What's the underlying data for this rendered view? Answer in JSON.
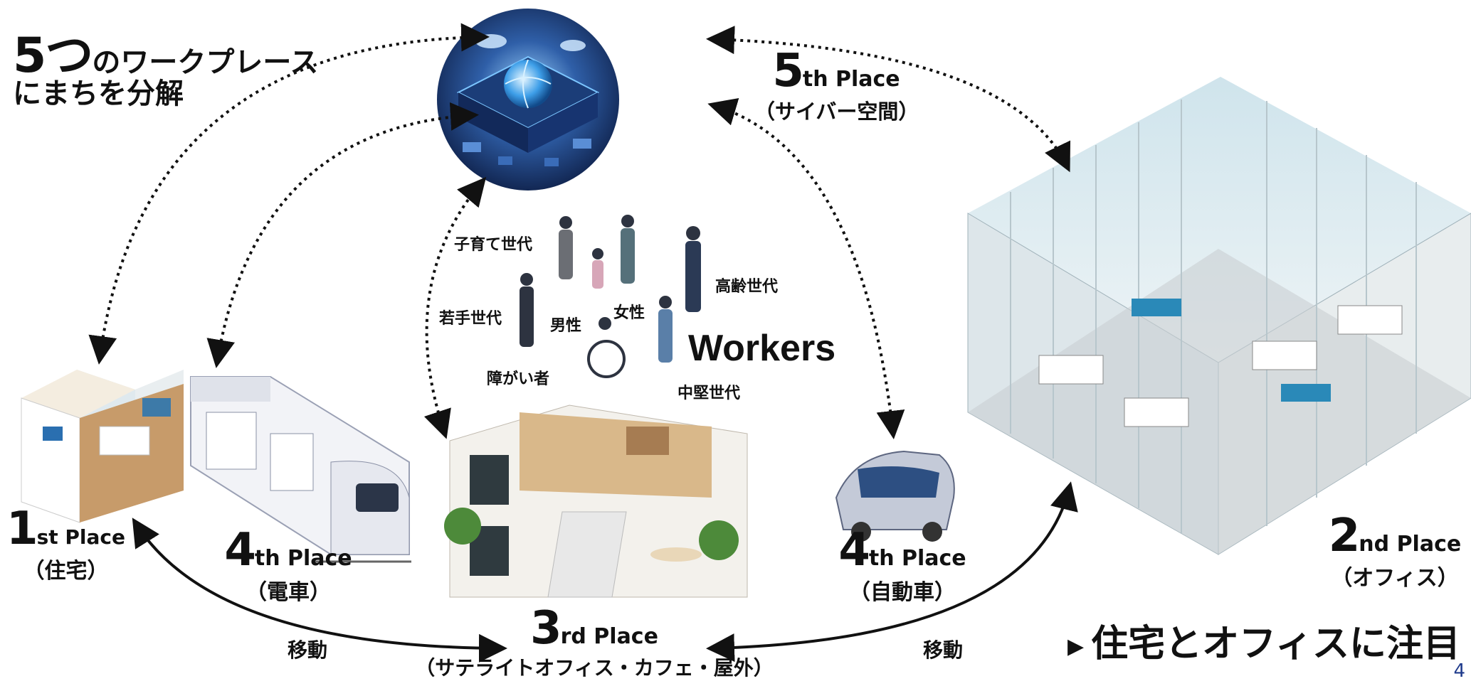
{
  "title": {
    "line1_big": "5つ",
    "line1_rest": "のワークプレース",
    "line2": "にまちを分解"
  },
  "places": {
    "p1": {
      "num": "1",
      "suffix": "st Place",
      "sub": "（住宅）"
    },
    "p2": {
      "num": "2",
      "suffix": "nd Place",
      "sub": "（オフィス）"
    },
    "p3": {
      "num": "3",
      "suffix": "rd Place",
      "sub": "（サテライトオフィス・カフェ・屋外）"
    },
    "p4_train": {
      "num": "4",
      "suffix": "th Place",
      "sub": "（電車）"
    },
    "p4_car": {
      "num": "4",
      "suffix": "th Place",
      "sub": "（自動車）"
    },
    "p5": {
      "num": "5",
      "suffix": "th Place",
      "sub": "（サイバー空間）"
    }
  },
  "workers": {
    "label": "Workers",
    "groups": [
      "子育て世代",
      "高齢世代",
      "若手世代",
      "男性",
      "女性",
      "障がい者",
      "中堅世代"
    ]
  },
  "movement_label": "移動",
  "focus": {
    "marker": "▶",
    "text": "住宅とオフィスに注目"
  },
  "page_number": "4",
  "colors": {
    "text": "#111111",
    "accent_blue": "#1f3b8c",
    "arrow": "#111111"
  }
}
